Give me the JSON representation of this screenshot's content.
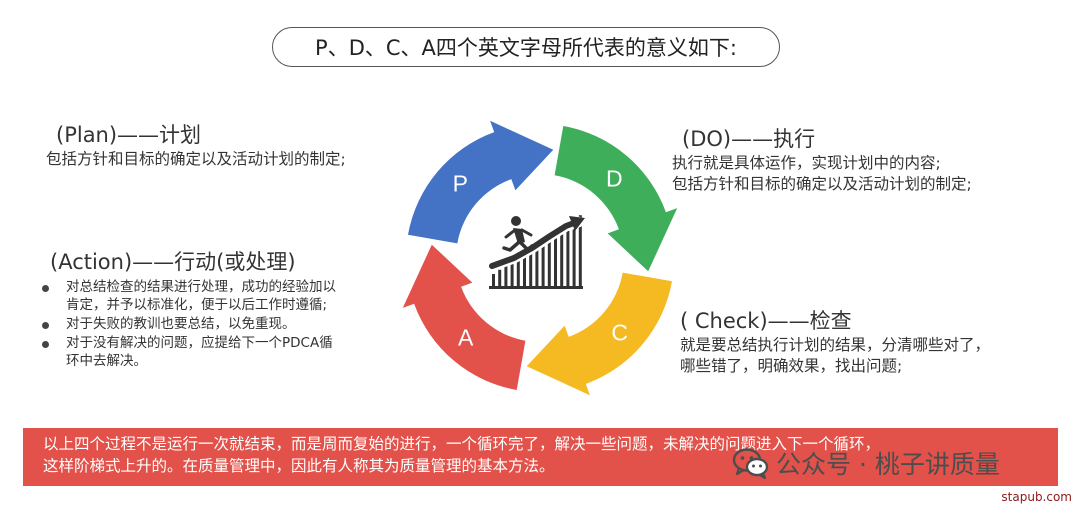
{
  "header": {
    "title": "P、D、C、A四个英文字母所代表的意义如下:"
  },
  "plan": {
    "title": "(Plan)——计划",
    "lines": [
      "包括方针和目标的确定以及活动计划的制定;"
    ]
  },
  "do": {
    "title": "(DO)——执行",
    "lines": [
      "执行就是具体运作，实现计划中的内容;",
      "包括方针和目标的确定以及活动计划的制定;"
    ]
  },
  "check": {
    "title": "( Check)——检查",
    "lines": [
      "就是要总结执行计划的结果，分清哪些对了，",
      "哪些错了，明确效果，找出问题;"
    ]
  },
  "action": {
    "title": "(Action)——行动(或处理)",
    "items": [
      [
        "对总结检查的结果进行处理，成功的经验加以",
        "肯定，并予以标准化，便于以后工作时遵循;"
      ],
      [
        "对于失败的教训也要总结，以免重现。"
      ],
      [
        "对于没有解决的问题，应提给下一个PDCA循",
        "环中去解决。"
      ]
    ]
  },
  "cycle": {
    "segments": [
      {
        "letter": "P",
        "color": "#4472c4"
      },
      {
        "letter": "D",
        "color": "#3fae5a"
      },
      {
        "letter": "C",
        "color": "#f5b922"
      },
      {
        "letter": "A",
        "color": "#e2514a"
      }
    ],
    "center_icon": "stair-climber-growth-icon"
  },
  "banner": {
    "color": "#e2514a",
    "lines": [
      "以上四个过程不是运行一次就结束，而是周而复始的进行，一个循环完了，解决一些问题，未解决的问题进入下一个循环，",
      "这样阶梯式上升的。在质量管理中，因此有人称其为质量管理的基本方法。"
    ]
  },
  "watermark": {
    "text": "公众号 · 桃子讲质量",
    "icon": "wechat-icon"
  },
  "site": {
    "text": "stapub.com"
  }
}
